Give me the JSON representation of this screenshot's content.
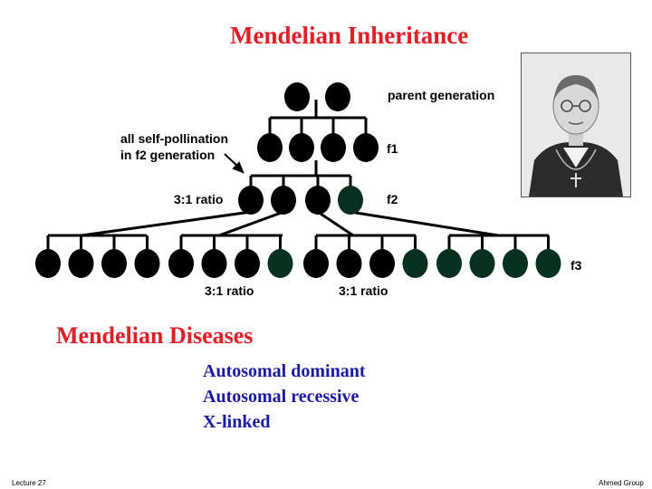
{
  "title": "Mendelian Inheritance",
  "diagram": {
    "labels": {
      "parent": "parent generation",
      "f1": "f1",
      "f2": "f2",
      "f3": "f3",
      "self_pollination_line1": "all self-pollination",
      "self_pollination_line2": "in f2 generation",
      "ratio_f2": "3:1 ratio",
      "ratio_f3_left": "3:1 ratio",
      "ratio_f3_right": "3:1 ratio"
    },
    "colors": {
      "dominant": "#000000",
      "recessive": "#06301f"
    },
    "generations": {
      "parents": [
        "dominant",
        "dominant"
      ],
      "f1": [
        "dominant",
        "dominant",
        "dominant",
        "dominant"
      ],
      "f2": [
        "dominant",
        "dominant",
        "dominant",
        "recessive"
      ],
      "f3": [
        [
          "dominant",
          "dominant",
          "dominant",
          "dominant"
        ],
        [
          "dominant",
          "dominant",
          "dominant",
          "recessive"
        ],
        [
          "dominant",
          "dominant",
          "dominant",
          "recessive"
        ],
        [
          "recessive",
          "recessive",
          "recessive",
          "recessive"
        ]
      ]
    }
  },
  "portrait": {
    "description_icon": "portrait-icon"
  },
  "section": {
    "title": "Mendelian Diseases",
    "items": [
      "Autosomal dominant",
      "Autosomal recessive",
      "X-linked"
    ]
  },
  "footer": {
    "left": "Lecture 27",
    "right": "Ahmed Group"
  }
}
